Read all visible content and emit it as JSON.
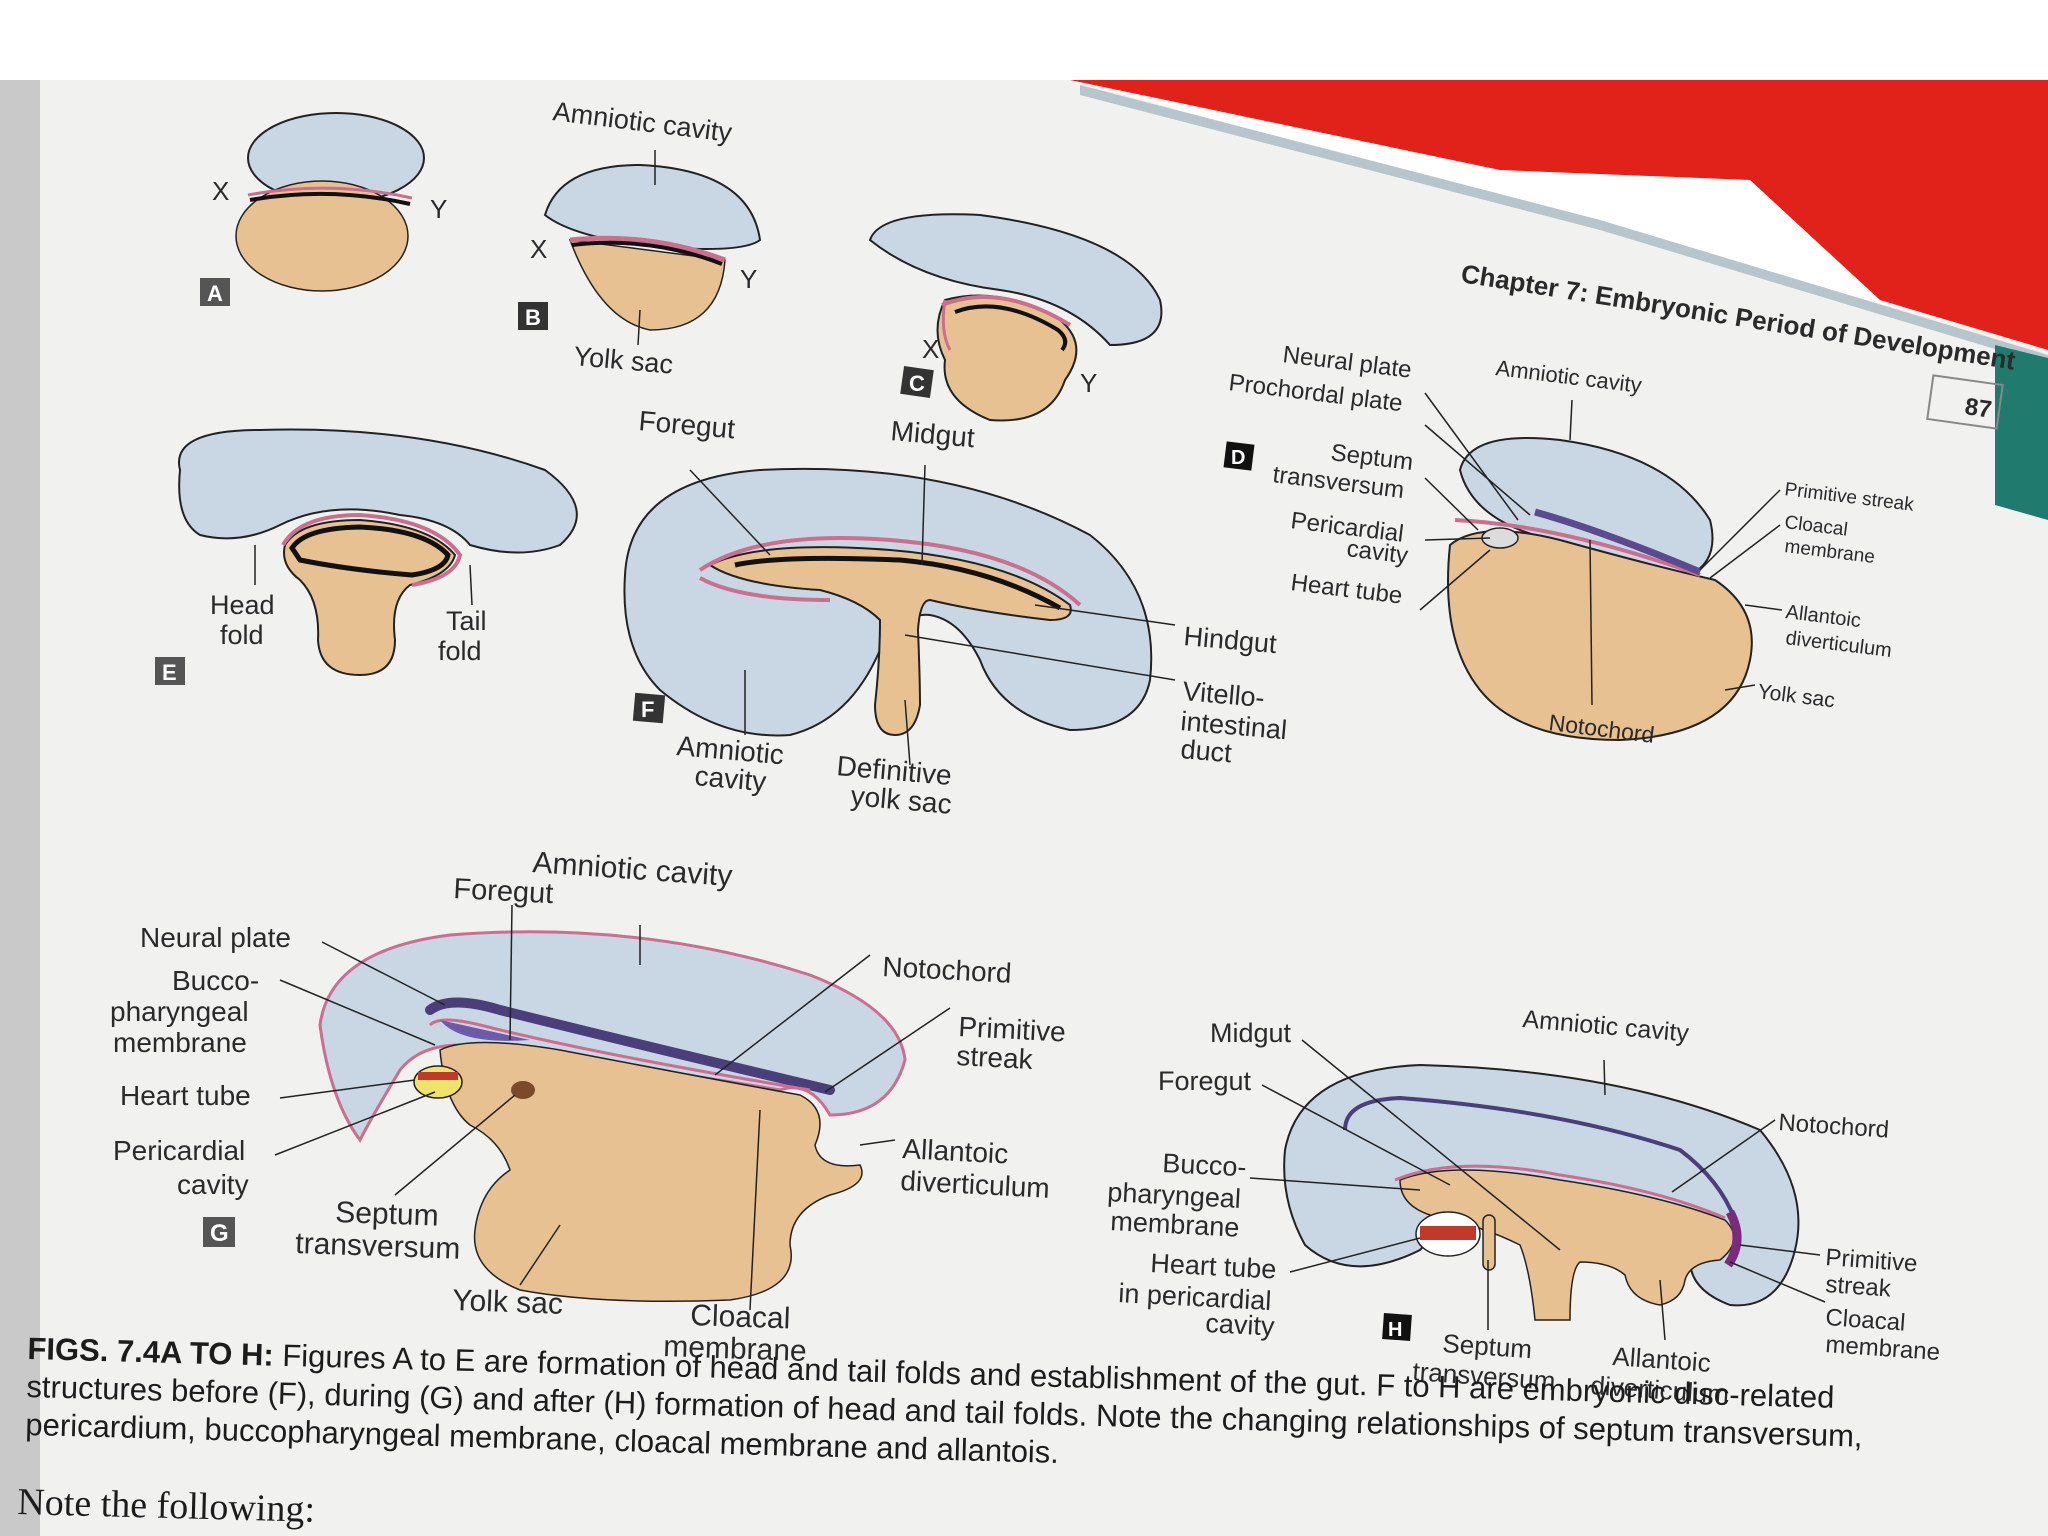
{
  "chapter_header": "Chapter 7: Embryonic Period of Development",
  "page_number": "87",
  "panels": {
    "a": {
      "letter": "A",
      "x": "X",
      "y": "Y"
    },
    "b": {
      "letter": "B",
      "x": "X",
      "y": "Y",
      "amniotic_cavity": "Amniotic cavity",
      "yolk_sac": "Yolk sac"
    },
    "c": {
      "letter": "C",
      "x": "X",
      "y": "Y"
    },
    "d": {
      "letter": "D",
      "neural_plate": "Neural plate",
      "prochordal_plate": "Prochordal plate",
      "septum_1": "Septum",
      "septum_2": "transversum",
      "amniotic_cavity": "Amniotic cavity",
      "pericardial_1": "Pericardial",
      "pericardial_2": "cavity",
      "heart_tube": "Heart tube",
      "primitive_streak": "Primitive streak",
      "cloacal_1": "Cloacal",
      "cloacal_2": "membrane",
      "allantoic_1": "Allantoic",
      "allantoic_2": "diverticulum",
      "yolk_sac": "Yolk sac",
      "notochord": "Notochord"
    },
    "e": {
      "letter": "E",
      "head_1": "Head",
      "head_2": "fold",
      "tail_1": "Tail",
      "tail_2": "fold"
    },
    "f": {
      "letter": "F",
      "foregut": "Foregut",
      "midgut": "Midgut",
      "hindgut": "Hindgut",
      "vitello_1": "Vitello-",
      "vitello_2": "intestinal",
      "vitello_3": "duct",
      "amniotic_1": "Amniotic",
      "amniotic_2": "cavity",
      "definitive_1": "Definitive",
      "definitive_2": "yolk sac"
    },
    "g": {
      "letter": "G",
      "amniotic_cavity": "Amniotic cavity",
      "foregut": "Foregut",
      "neural_plate": "Neural plate",
      "bucco_1": "Bucco-",
      "bucco_2": "pharyngeal",
      "bucco_3": "membrane",
      "heart_tube": "Heart tube",
      "pericardial_1": "Pericardial",
      "pericardial_2": "cavity",
      "septum_1": "Septum",
      "septum_2": "transversum",
      "yolk_sac": "Yolk sac",
      "cloacal_1": "Cloacal",
      "cloacal_2": "membrane",
      "notochord": "Notochord",
      "primitive_1": "Primitive",
      "primitive_2": "streak",
      "allantoic_1": "Allantoic",
      "allantoic_2": "diverticulum"
    },
    "h": {
      "letter": "H",
      "amniotic_cavity": "Amniotic cavity",
      "midgut": "Midgut",
      "foregut": "Foregut",
      "notochord": "Notochord",
      "bucco_1": "Bucco-",
      "bucco_2": "pharyngeal",
      "bucco_3": "membrane",
      "heart_1": "Heart tube",
      "heart_2": "in pericardial",
      "heart_3": "cavity",
      "septum_1": "Septum",
      "septum_2": "transversum",
      "allantoic_1": "Allantoic",
      "allantoic_2": "diverticulum",
      "primitive_1": "Primitive",
      "primitive_2": "streak",
      "cloacal_1": "Cloacal",
      "cloacal_2": "membrane"
    }
  },
  "caption": {
    "title": "FIGS. 7.4A TO H:",
    "line_1": " Figures A to E are formation of head and tail folds and establishment of the gut. F to H are embryonic disc-related",
    "line_2": "structures before (F), during (G) and after (H) formation of head and tail folds. Note the changing relationships of septum transversum,",
    "line_3": "pericardium, buccopharyngeal membrane, cloacal membrane and allantois."
  },
  "note": "Note the following:",
  "colors": {
    "amnion": "#c9d6e3",
    "yolk": "#e8c193",
    "membrane_pink": "#cc6e8d",
    "endoderm": "#b58a55",
    "notochord": "#4a3f7a",
    "fabric_red": "#e0221a"
  }
}
